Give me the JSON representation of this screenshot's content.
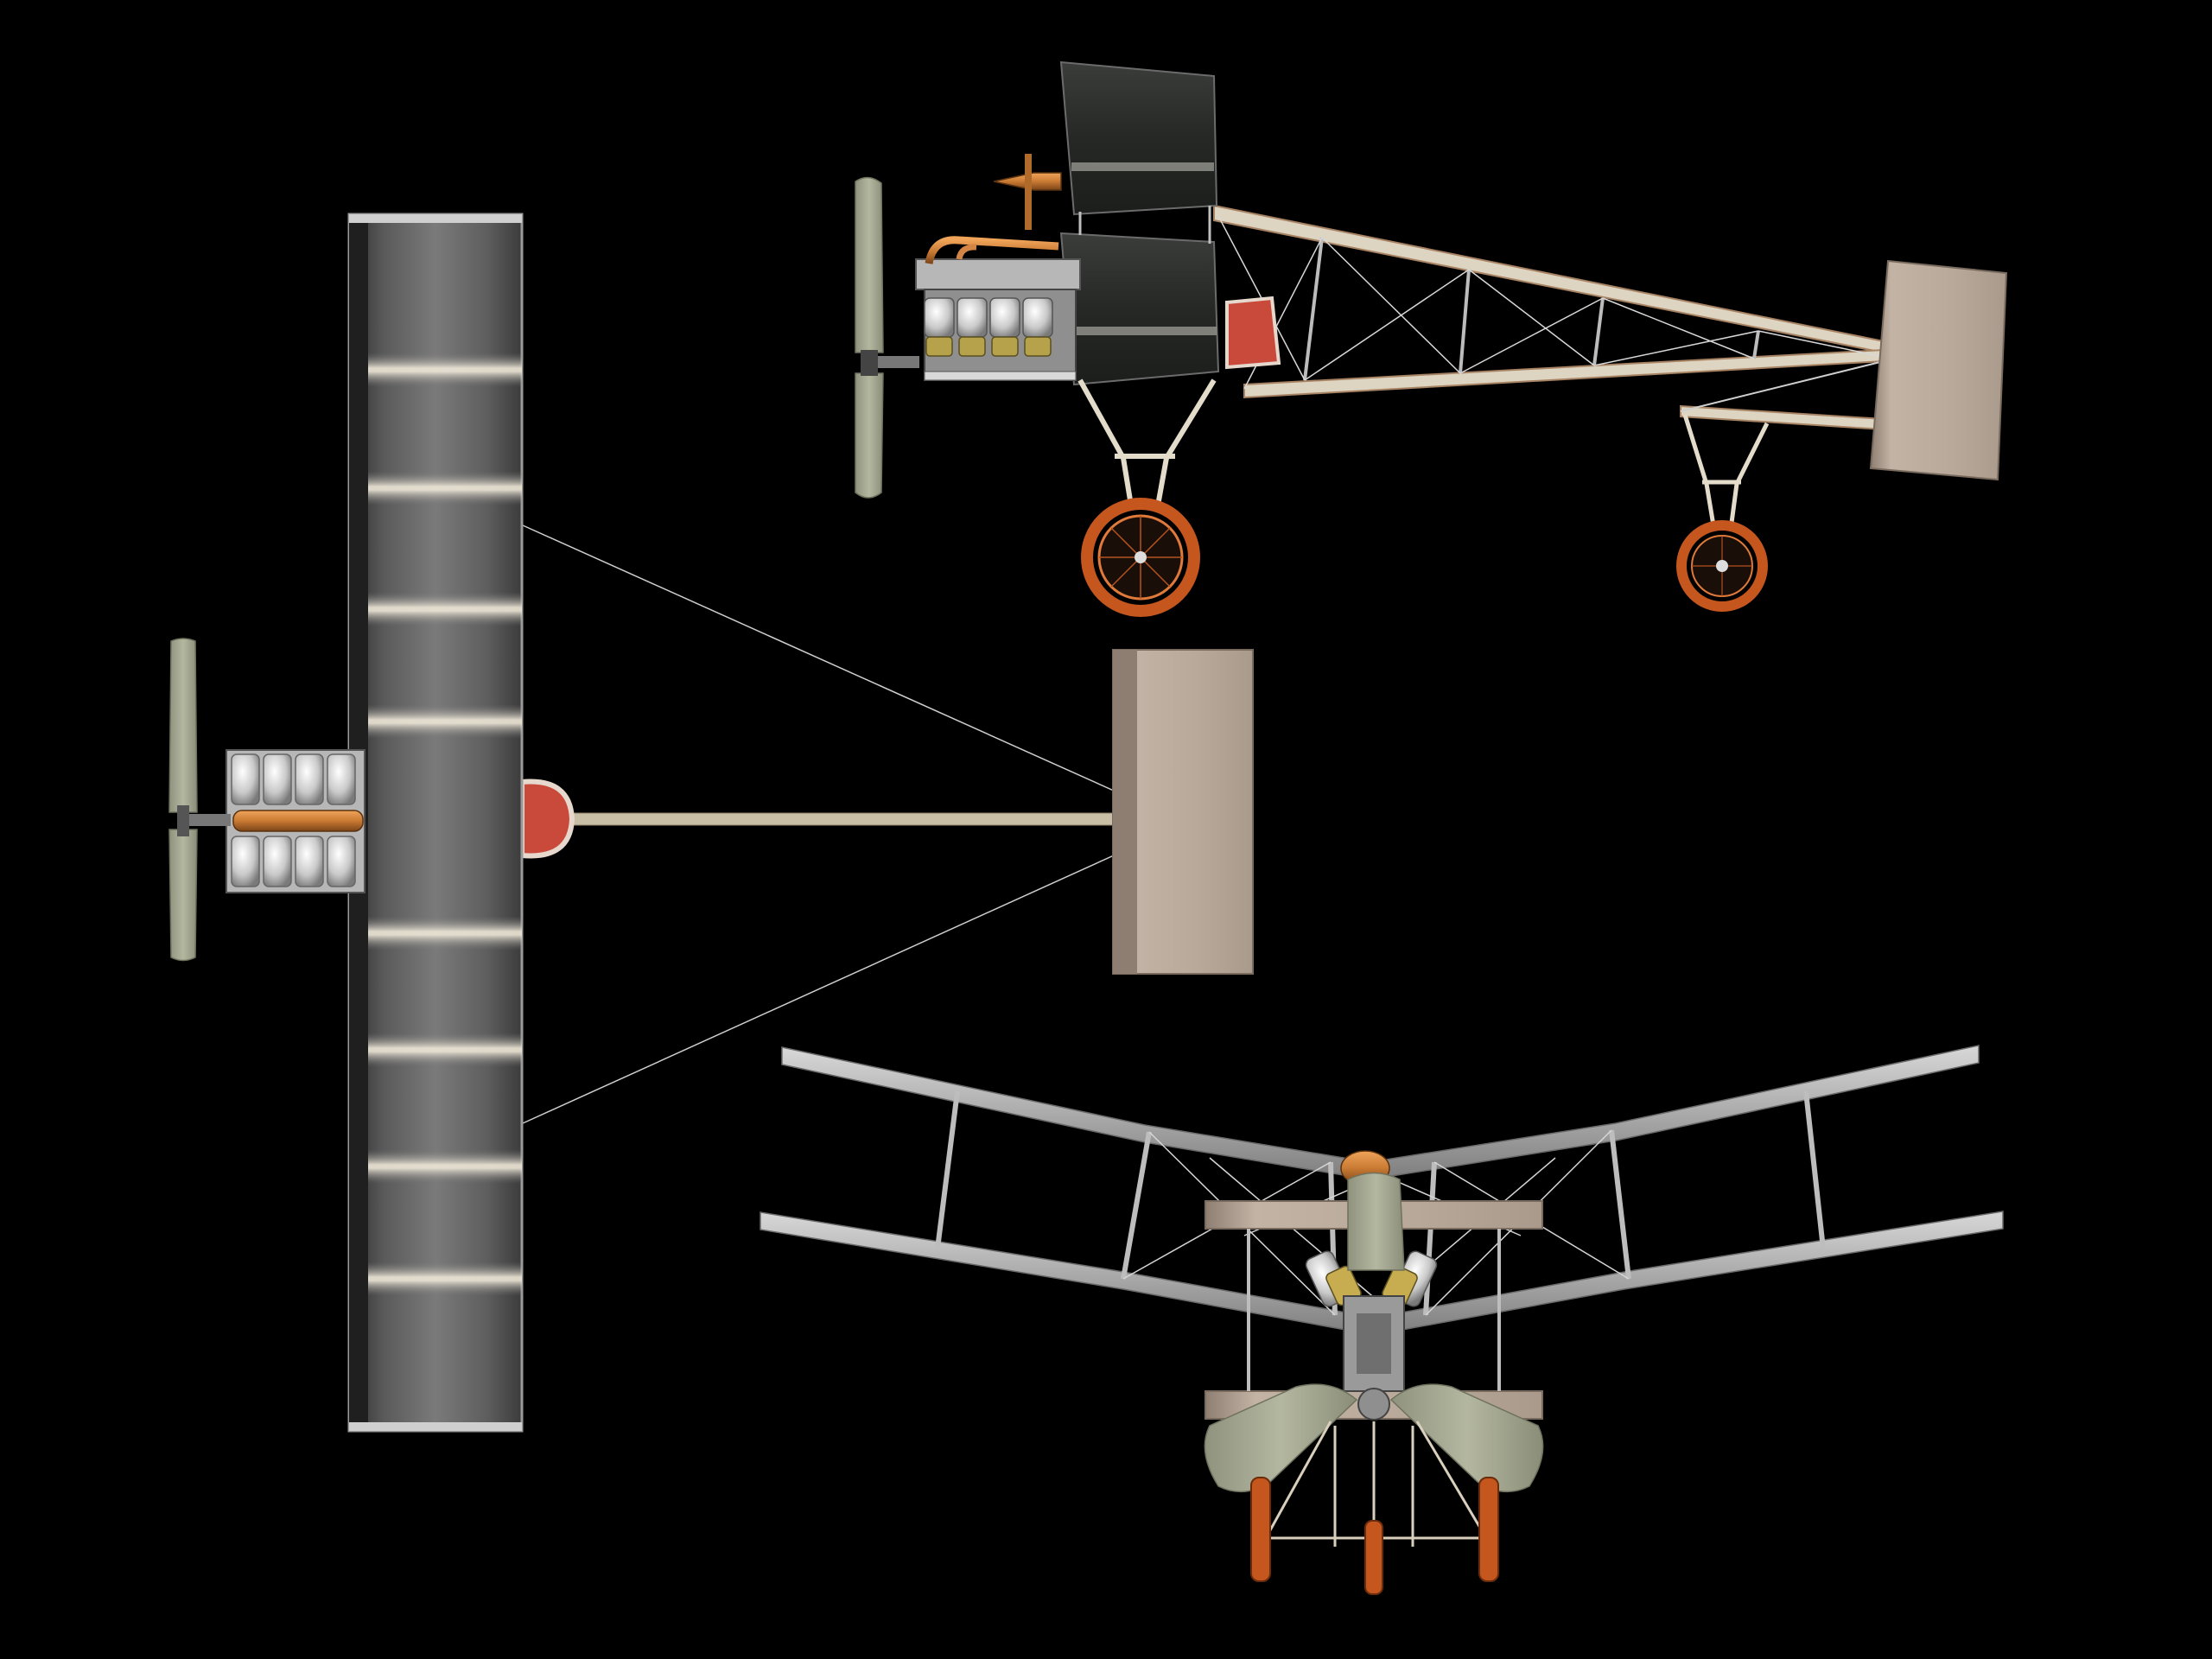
{
  "scene": {
    "background": "#000000",
    "views": [
      "side-view",
      "top-view",
      "front-view"
    ]
  },
  "colors": {
    "wing_dark": "#2a2d2a",
    "wing_light": "#6f6f6f",
    "frame": "#e3dccb",
    "frame_rust": "#b5825c",
    "tail": "#b9aa9c",
    "propeller": "#a9ac95",
    "engine_metal": "#d9d9d9",
    "copper": "#c97a33",
    "wheel_tire": "#c4561e",
    "seat": "#c9493a",
    "wire": "#cfcfcf"
  }
}
